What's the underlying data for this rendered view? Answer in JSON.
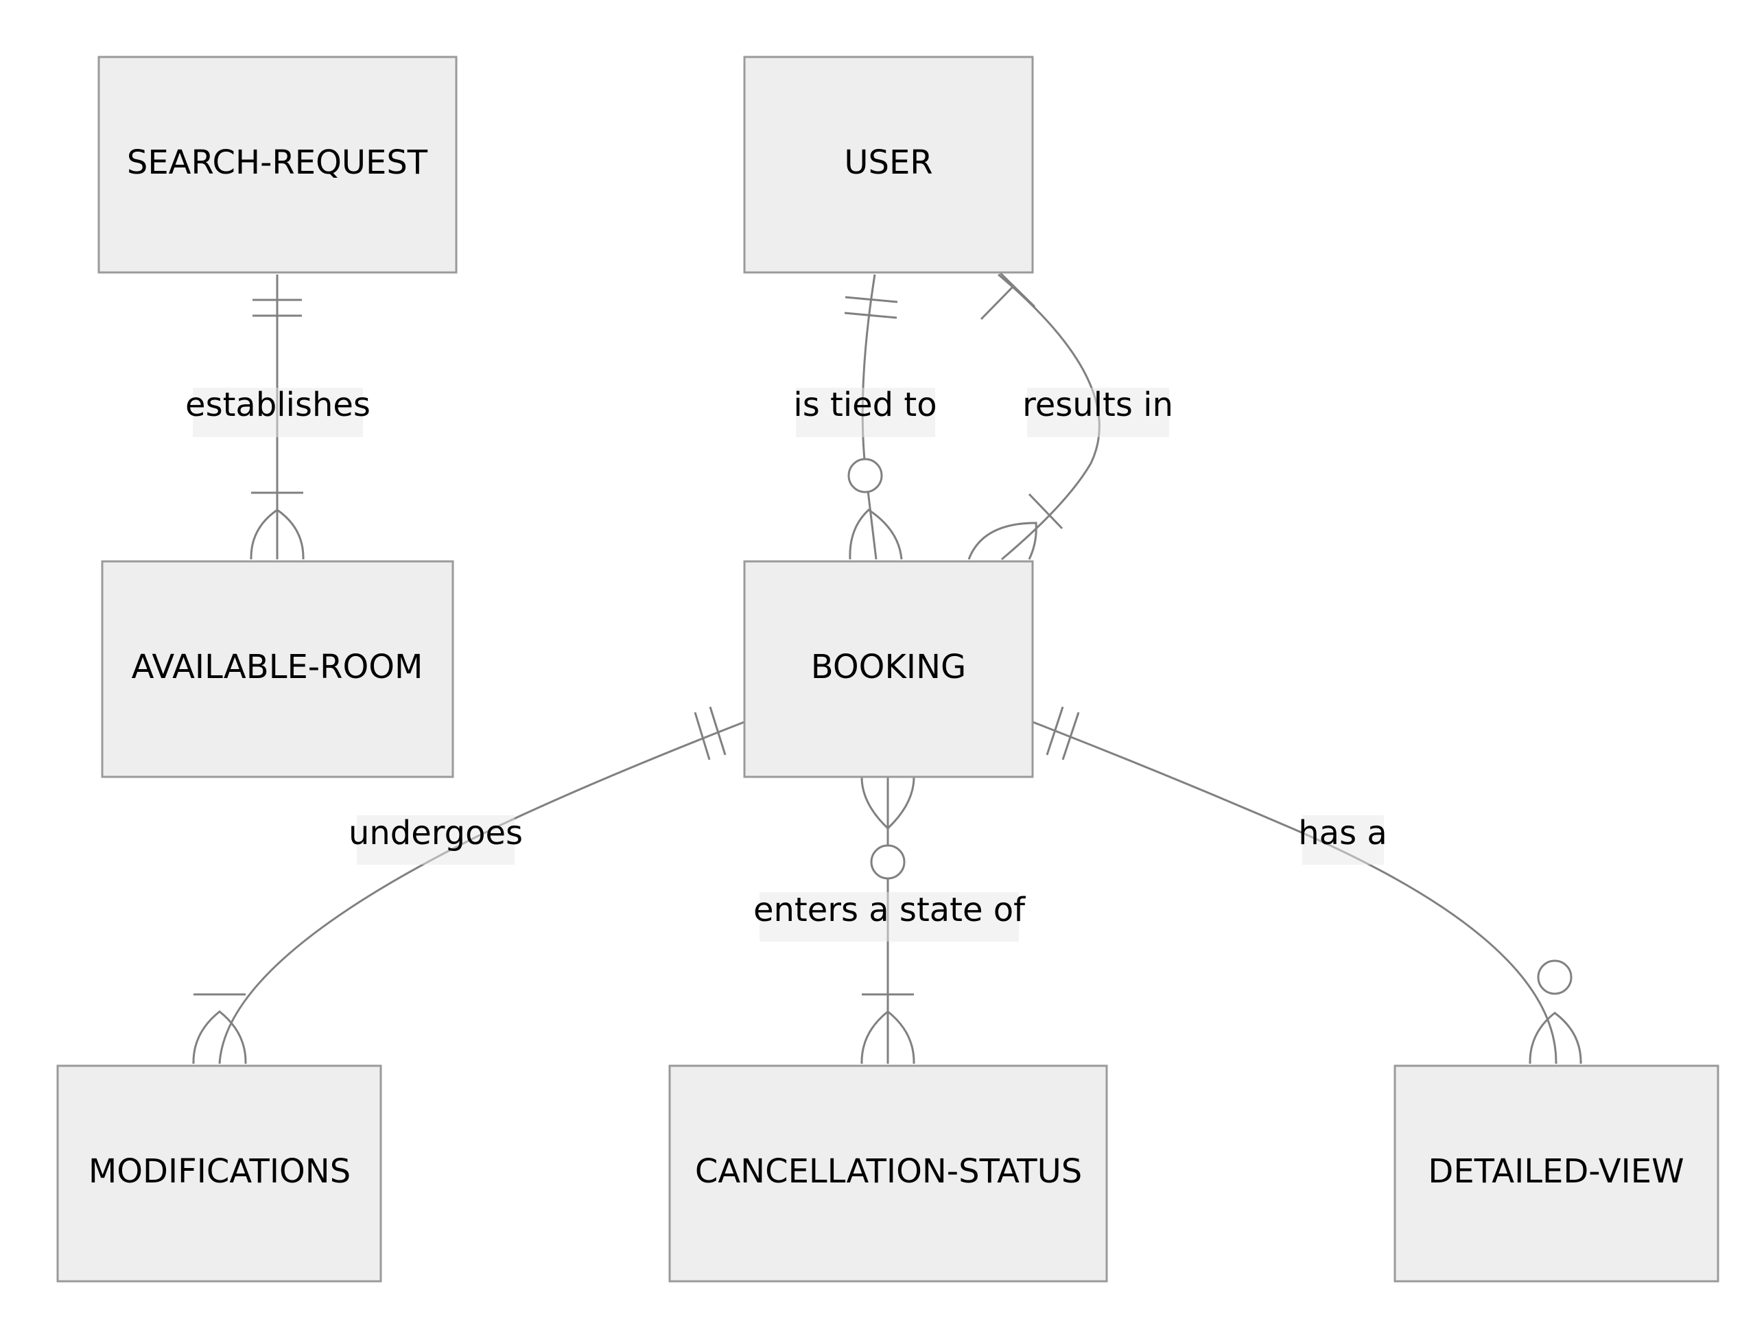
{
  "entities": {
    "search_request": "SEARCH-REQUEST",
    "user": "USER",
    "available_room": "AVAILABLE-ROOM",
    "booking": "BOOKING",
    "modifications": "MODIFICATIONS",
    "cancellation_status": "CANCELLATION-STATUS",
    "detailed_view": "DETAILED-VIEW"
  },
  "relationships": {
    "establishes": "establishes",
    "is_tied_to": "is tied to",
    "results_in": "results in",
    "undergoes": "undergoes",
    "enters_a_state_of": "enters a state of",
    "has_a": "has a"
  }
}
